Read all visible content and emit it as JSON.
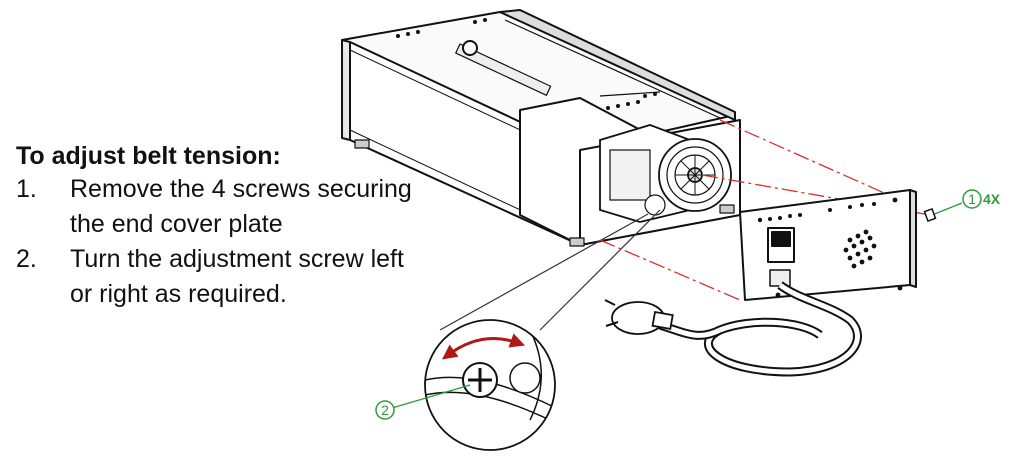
{
  "instructions": {
    "title": "To adjust belt tension:",
    "steps": [
      {
        "number": "1.",
        "text": "Remove the 4 screws securing the end cover plate"
      },
      {
        "number": "2.",
        "text": "Turn the adjustment screw left or right as required."
      }
    ]
  },
  "callouts": [
    {
      "label": "1",
      "quantity": "4X"
    },
    {
      "label": "2"
    }
  ],
  "colors": {
    "callout": "#2e9b3a",
    "arrow": "#b01818",
    "guide_line": "#d9302c"
  }
}
